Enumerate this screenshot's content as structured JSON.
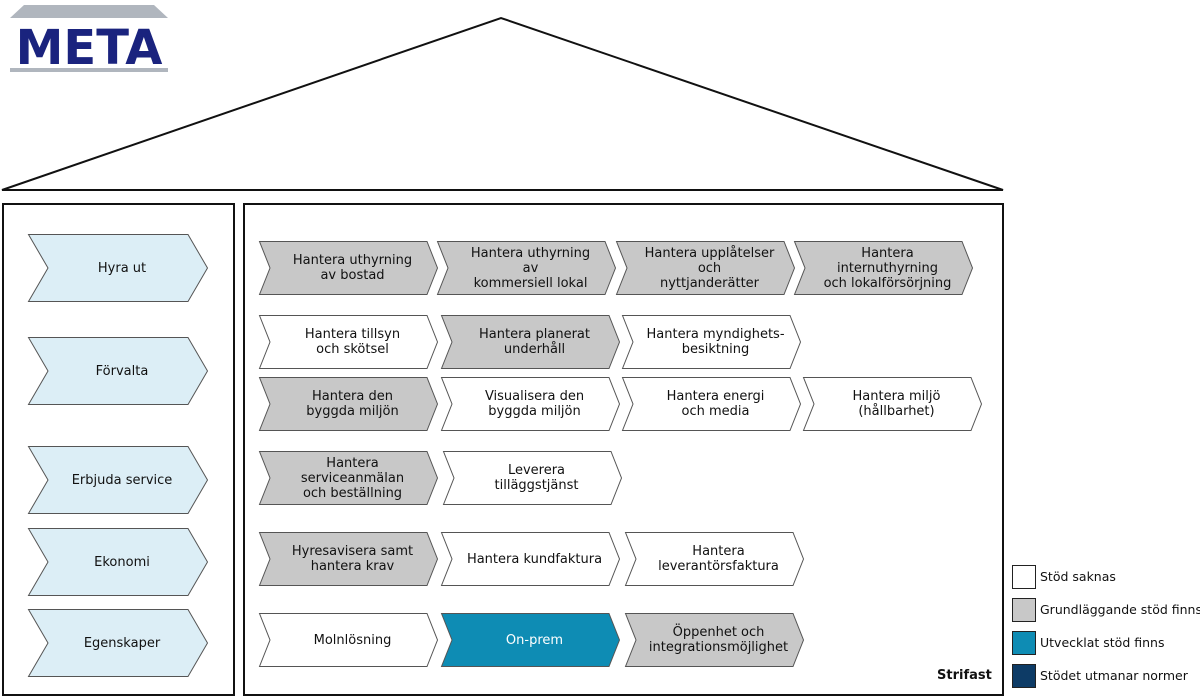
{
  "logo": {
    "text": "META",
    "color": "#1a237e",
    "roof_color": "#b0b6be"
  },
  "colors": {
    "none": "#ffffff",
    "basic": "#c8c8c8",
    "developed": "#0e8cb4",
    "challenges": "#0d3b66",
    "left_fill": "#dceef6",
    "stroke": "#555555"
  },
  "categories": [
    {
      "label": "Hyra ut"
    },
    {
      "label": "Förvalta"
    },
    {
      "label": "Erbjuda service"
    },
    {
      "label": "Ekonomi"
    },
    {
      "label": "Egenskaper"
    }
  ],
  "processes": [
    {
      "label": "Hantera uthyrning\nav bostad",
      "status": "basic"
    },
    {
      "label": "Hantera uthyrning av\nkommersiell lokal",
      "status": "basic"
    },
    {
      "label": "Hantera upplåtelser och\nnyttjanderätter",
      "status": "basic"
    },
    {
      "label": "Hantera internuthyrning\noch lokalförsörjning",
      "status": "basic"
    },
    {
      "label": "Hantera tillsyn\noch skötsel",
      "status": "none"
    },
    {
      "label": "Hantera planerat\nunderhåll",
      "status": "basic"
    },
    {
      "label": "Hantera myndighets-\nbesiktning",
      "status": "none"
    },
    {
      "label": "Hantera den\nbyggda miljön",
      "status": "basic"
    },
    {
      "label": "Visualisera den\nbyggda miljön",
      "status": "none"
    },
    {
      "label": "Hantera energi\noch media",
      "status": "none"
    },
    {
      "label": "Hantera miljö\n(hållbarhet)",
      "status": "none"
    },
    {
      "label": "Hantera serviceanmälan\noch beställning",
      "status": "basic"
    },
    {
      "label": "Leverera\ntilläggstjänst",
      "status": "none"
    },
    {
      "label": "Hyresavisera samt\nhantera krav",
      "status": "basic"
    },
    {
      "label": "Hantera kundfaktura",
      "status": "none"
    },
    {
      "label": "Hantera\nleverantörsfaktura",
      "status": "none"
    },
    {
      "label": "Molnlösning",
      "status": "none"
    },
    {
      "label": "On-prem",
      "status": "developed"
    },
    {
      "label": "Öppenhet och\nintegrationsmöjlighet",
      "status": "basic"
    }
  ],
  "legend": [
    {
      "label": "Stöd saknas",
      "status": "none"
    },
    {
      "label": "Grundläggande stöd finns",
      "status": "basic"
    },
    {
      "label": "Utvecklat stöd finns",
      "status": "developed"
    },
    {
      "label": "Stödet utmanar normer",
      "status": "challenges"
    }
  ],
  "product_name": "Strifast"
}
